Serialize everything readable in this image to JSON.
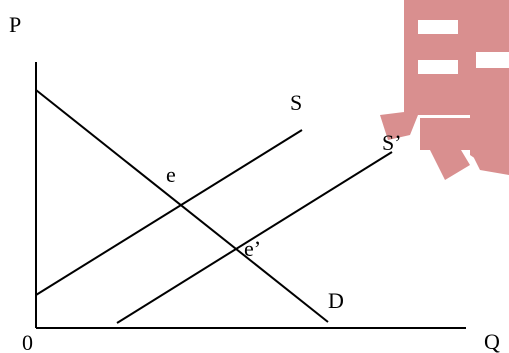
{
  "axes": {
    "y_label": "P",
    "x_label": "Q",
    "origin_label": "0"
  },
  "curves": {
    "demand_label": "D",
    "supply_label": "S",
    "supply_shifted_label": "S’"
  },
  "equilibria": {
    "original_label": "e",
    "new_label": "e’"
  },
  "watermark": {
    "glyph": "龙",
    "color": "#d98f8f"
  }
}
